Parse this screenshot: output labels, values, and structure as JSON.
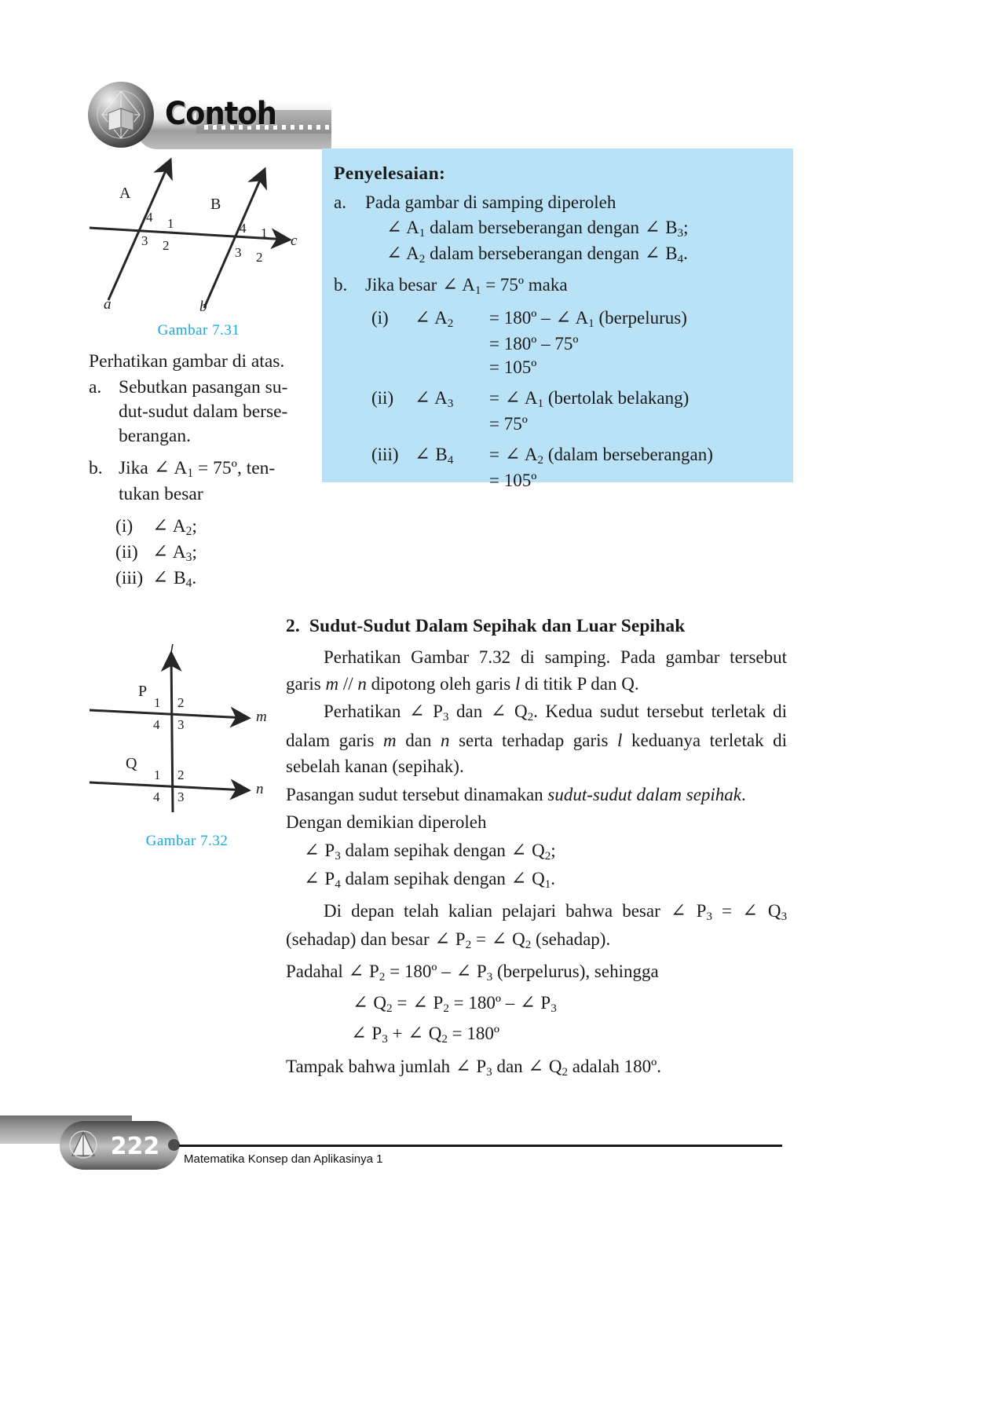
{
  "header": {
    "badge_label": "Contoh",
    "icon": "cube-book-emblem"
  },
  "figure_731": {
    "caption": "Gambar  7.31",
    "caption_color": "#18a8e0",
    "point_labels": [
      "A",
      "B"
    ],
    "line_labels": [
      "a",
      "b",
      "c"
    ],
    "angle_numbers_A": [
      "4",
      "1",
      "3",
      "2"
    ],
    "angle_numbers_B": [
      "4",
      "1",
      "3",
      "2"
    ]
  },
  "left_column": {
    "intro": "Perhatikan gambar di atas.",
    "item_a_mark": "a.",
    "item_a_lines": [
      "Sebutkan pasangan su-",
      "dut-sudut dalam berse-",
      "berangan."
    ],
    "item_b_mark": "b.",
    "item_b_line1_pre": "Jika",
    "item_b_line1_angle": "∠",
    "item_b_line1_var": "A",
    "item_b_line1_sub": "1",
    "item_b_line1_post": "= 75º, ten-",
    "item_b_line2": "tukan besar",
    "sub_items": [
      {
        "mark": "(i)",
        "angle": "∠",
        "var": "A",
        "sub": "2",
        "end": ";"
      },
      {
        "mark": "(ii)",
        "angle": "∠",
        "var": "A",
        "sub": "3",
        "end": ";"
      },
      {
        "mark": "(iii)",
        "angle": "∠",
        "var": "B",
        "sub": "4",
        "end": "."
      }
    ]
  },
  "penyelesaian": {
    "title": "Penyelesaian:",
    "bg_color": "#b9e2f6",
    "item_a_mark": "a.",
    "item_a_text": "Pada gambar di samping diperoleh",
    "item_a_rel1": {
      "angle1": "∠",
      "v1": "A",
      "s1": "1",
      "mid": "dalam berseberangan dengan",
      "angle2": "∠",
      "v2": "B",
      "s2": "3",
      "end": ";"
    },
    "item_a_rel2": {
      "angle1": "∠",
      "v1": "A",
      "s1": "2",
      "mid": "dalam berseberangan dengan",
      "angle2": "∠",
      "v2": "B",
      "s2": "4",
      "end": "."
    },
    "item_b_mark": "b.",
    "item_b_text_pre": "Jika besar",
    "item_b_angle": "∠",
    "item_b_var": "A",
    "item_b_sub": "1",
    "item_b_text_post": "= 75º maka",
    "results": [
      {
        "mark": "(i)",
        "angle": "∠",
        "var": "A",
        "sub": "2",
        "lines": [
          {
            "text": "= 180º – ",
            "angle": "∠",
            "var": "A",
            "sub": "1",
            "note": "(berpelurus)"
          },
          {
            "text": "= 180º – 75º"
          },
          {
            "text": "= 105º"
          }
        ]
      },
      {
        "mark": "(ii)",
        "angle": "∠",
        "var": "A",
        "sub": "3",
        "lines": [
          {
            "text": "= ",
            "angle": "∠",
            "var": "A",
            "sub": "1",
            "note": "(bertolak belakang)"
          },
          {
            "text": "= 75º"
          }
        ]
      },
      {
        "mark": "(iii)",
        "angle": "∠",
        "var": "B",
        "sub": "4",
        "lines": [
          {
            "text": "= ",
            "angle": "∠",
            "var": "A",
            "sub": "2",
            "note": "(dalam berseberangan)"
          },
          {
            "text": "= 105º"
          }
        ]
      }
    ]
  },
  "section_2": {
    "number": "2.",
    "title": "Sudut-Sudut Dalam Sepihak dan Luar Sepihak"
  },
  "figure_732": {
    "caption": "Gambar  7.32",
    "caption_color": "#18a8e0",
    "point_labels": [
      "P",
      "Q"
    ],
    "line_labels": [
      "l",
      "m",
      "n"
    ],
    "angle_numbers_P": [
      "1",
      "2",
      "4",
      "3"
    ],
    "angle_numbers_Q": [
      "1",
      "2",
      "4",
      "3"
    ]
  },
  "body": {
    "p1_a": "Perhatikan Gambar 7.32 di samping. Pada gambar tersebut",
    "p1_b_pre": "garis",
    "p1_b_m": "m",
    "p1_b_mid": "//",
    "p1_b_n": "n",
    "p1_b_post": "dipotong oleh garis",
    "p1_b_l": "l",
    "p1_b_end": "di titik P dan Q.",
    "p2_a_pre": "Perhatikan",
    "p2_ang1": "∠",
    "p2_v1": "P",
    "p2_s1": "3",
    "p2_dan": "dan",
    "p2_ang2": "∠",
    "p2_v2": "Q",
    "p2_s2": "2",
    "p2_a_post": ". Kedua sudut tersebut terletak",
    "p2_b_pre": "di dalam garis",
    "p2_b_m": "m",
    "p2_b_dan": "dan",
    "p2_b_n": "n",
    "p2_b_mid": "serta terhadap garis",
    "p2_b_l": "l",
    "p2_b_post": "keduanya terletak di",
    "p2_c": "sebelah kanan (sepihak).",
    "p3_pre": "Pasangan sudut tersebut dinamakan",
    "p3_italic": "sudut-sudut dalam sepihak",
    "p3_post": ".",
    "p4": "Dengan demikian diperoleh",
    "rel1": {
      "a1": "∠",
      "v1": "P",
      "s1": "3",
      "mid": "dalam sepihak dengan",
      "a2": "∠",
      "v2": "Q",
      "s2": "2",
      "end": ";"
    },
    "rel2": {
      "a1": "∠",
      "v1": "P",
      "s1": "4",
      "mid": "dalam sepihak dengan",
      "a2": "∠",
      "v2": "Q",
      "s2": "1",
      "end": "."
    },
    "p5_a_pre": "Di depan telah kalian pelajari bahwa besar",
    "p5_a1": "∠",
    "p5_v1": "P",
    "p5_s1": "3",
    "p5_eq": "=",
    "p5_a2": "∠",
    "p5_v2": "Q",
    "p5_s2": "3",
    "p5_b_pre": "(sehadap) dan besar",
    "p5_b_a1": "∠",
    "p5_b_v1": "P",
    "p5_b_s1": "2",
    "p5_b_eq": "=",
    "p5_b_a2": "∠",
    "p5_b_v2": "Q",
    "p5_b_s2": "2",
    "p5_b_post": "(sehadap).",
    "p6_pre": "Padahal",
    "p6_a1": "∠",
    "p6_v1": "P",
    "p6_s1": "2",
    "p6_mid": "= 180º –",
    "p6_a2": "∠",
    "p6_v2": "P",
    "p6_s2": "3",
    "p6_post": "(berpelurus), sehingga",
    "eq1": {
      "a1": "∠",
      "v1": "Q",
      "s1": "2",
      "e1": "=",
      "a2": "∠",
      "v2": "P",
      "s2": "2",
      "e2": "= 180º –",
      "a3": "∠",
      "v3": "P",
      "s3": "3"
    },
    "eq2": {
      "a1": "∠",
      "v1": "P",
      "s1": "3",
      "op": "+",
      "a2": "∠",
      "v2": "Q",
      "s2": "2",
      "e": "= 180º"
    },
    "p7_pre": "Tampak bahwa jumlah",
    "p7_a1": "∠",
    "p7_v1": "P",
    "p7_s1": "3",
    "p7_dan": "dan",
    "p7_a2": "∠",
    "p7_v2": "Q",
    "p7_s2": "2",
    "p7_post": "adalah 180º."
  },
  "footer": {
    "page_number": "222",
    "book_title": "Matematika Konsep dan Aplikasinya 1"
  }
}
